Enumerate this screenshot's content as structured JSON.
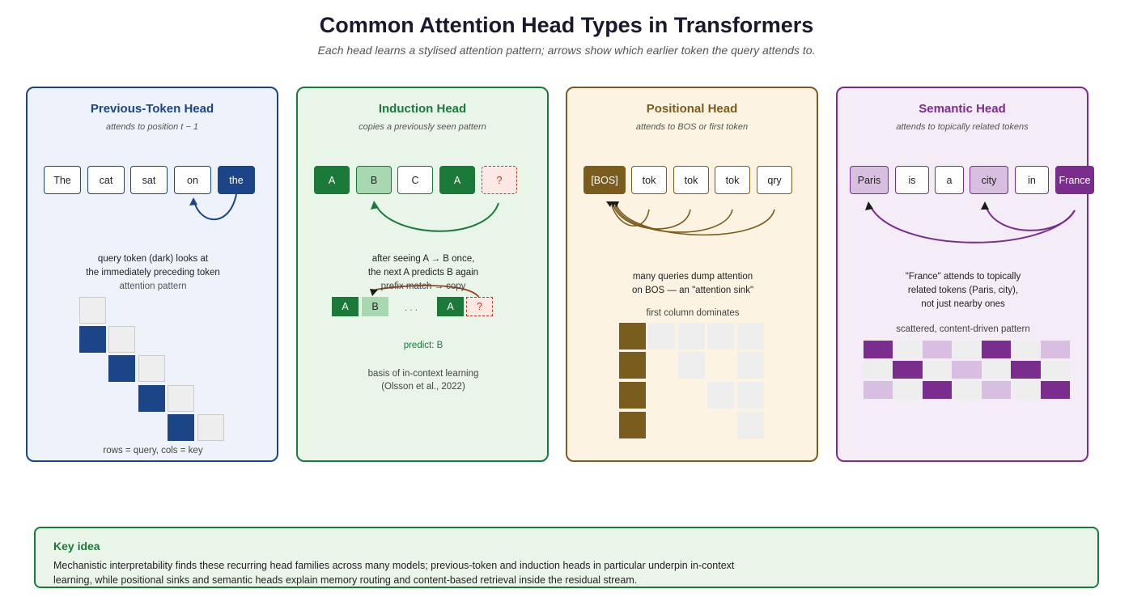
{
  "header": {
    "title": "Common Attention Head Types in Transformers",
    "subtitle": "Each head learns a stylised attention pattern; arrows show which earlier token the query attends to."
  },
  "colors": {
    "prev": "#1c4587",
    "prev_bg": "#eef3fb",
    "induction": "#1b7a3a",
    "induction_bg": "#eaf5ea",
    "positional": "#7a5c1e",
    "positional_bg": "#fdf3e2",
    "semantic": "#7b2d8e",
    "semantic_bg": "#f4ecf7",
    "copy_arrow": "#a0401a"
  },
  "panels": {
    "prev": {
      "title": "Previous-Token Head",
      "subtitle": "attends to position t − 1",
      "tokens": [
        "The",
        "cat",
        "sat",
        "on",
        "the"
      ],
      "caption_1": "query token (dark) looks at",
      "caption_2": "the immediately preceding token",
      "pattern_label": "attention pattern",
      "footer": "rows = query, cols = key"
    },
    "induction": {
      "title": "Induction Head",
      "subtitle": "copies a previously seen pattern",
      "tokens": [
        "A",
        "B",
        "C",
        "A",
        "?"
      ],
      "caption_1": "after seeing A → B once,",
      "caption_2": "the next A predicts B again",
      "prefix_label": "prefix match → copy",
      "mini_tokens": [
        "A",
        "B",
        "A",
        "?"
      ],
      "ellipsis": ". . .",
      "predict": "predict: B",
      "basis_1": "basis of in-context learning",
      "basis_2": "(Olsson et al., 2022)"
    },
    "positional": {
      "title": "Positional Head",
      "subtitle": "attends to BOS or first token",
      "tokens": [
        "[BOS]",
        "tok",
        "tok",
        "tok",
        "qry"
      ],
      "caption_1": "many queries dump attention",
      "caption_2": "on BOS — an \"attention sink\"",
      "pattern_label": "first column dominates"
    },
    "semantic": {
      "title": "Semantic Head",
      "subtitle": "attends to topically related tokens",
      "tokens": [
        "Paris",
        "is",
        "a",
        "city",
        "in",
        "France"
      ],
      "caption_1": "\"France\" attends to topically",
      "caption_2": "related tokens (Paris, city),",
      "caption_3": "not just nearby ones",
      "pattern_label": "scattered, content-driven pattern"
    }
  },
  "key_idea": {
    "title": "Key idea",
    "text": "Mechanistic interpretability finds these recurring head families across many models; previous-token and induction heads in particular underpin in-context learning, while positional sinks and semantic heads explain memory routing and content-based retrieval inside the residual stream."
  }
}
